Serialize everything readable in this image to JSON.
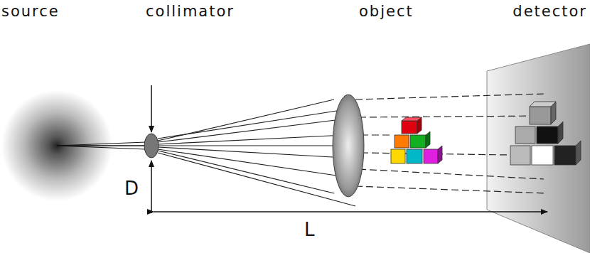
{
  "diagram": {
    "labels": [
      "source",
      "collimator",
      "object",
      "detector",
      "D",
      "L"
    ]
  }
}
